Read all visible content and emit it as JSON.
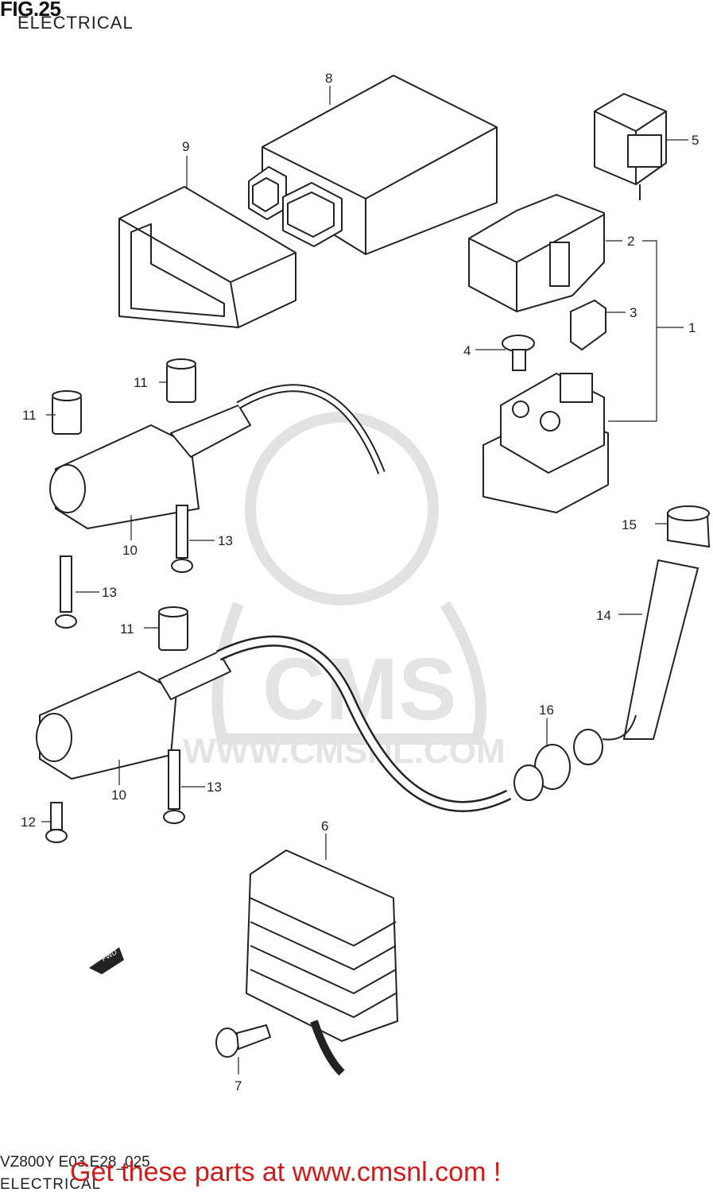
{
  "header": {
    "figure_title": "FIG.25",
    "section_title": "ELECTRICAL"
  },
  "watermark": {
    "brand": "CMS",
    "url": "WWW.CMSNL.COM"
  },
  "fwd_arrow_label": "FWD",
  "callouts": [
    {
      "id": "c1",
      "label": "1"
    },
    {
      "id": "c2",
      "label": "2"
    },
    {
      "id": "c3",
      "label": "3"
    },
    {
      "id": "c4",
      "label": "4"
    },
    {
      "id": "c5",
      "label": "5"
    },
    {
      "id": "c6",
      "label": "6"
    },
    {
      "id": "c7",
      "label": "7"
    },
    {
      "id": "c8",
      "label": "8"
    },
    {
      "id": "c9",
      "label": "9"
    },
    {
      "id": "c10a",
      "label": "10"
    },
    {
      "id": "c10b",
      "label": "10"
    },
    {
      "id": "c11a",
      "label": "11"
    },
    {
      "id": "c11b",
      "label": "11"
    },
    {
      "id": "c11c",
      "label": "11"
    },
    {
      "id": "c12",
      "label": "12"
    },
    {
      "id": "c13a",
      "label": "13"
    },
    {
      "id": "c13b",
      "label": "13"
    },
    {
      "id": "c13c",
      "label": "13"
    },
    {
      "id": "c14",
      "label": "14"
    },
    {
      "id": "c15",
      "label": "15"
    },
    {
      "id": "c16",
      "label": "16"
    }
  ],
  "footer": {
    "model_code": "VZ800Y E03.E28_025",
    "section_label": "ELECTRICAL",
    "promo_text": "Get these parts at www.cmsnl.com !"
  },
  "colors": {
    "line": "#222222",
    "promo": "#d11a1a",
    "watermark": "#dedede"
  }
}
